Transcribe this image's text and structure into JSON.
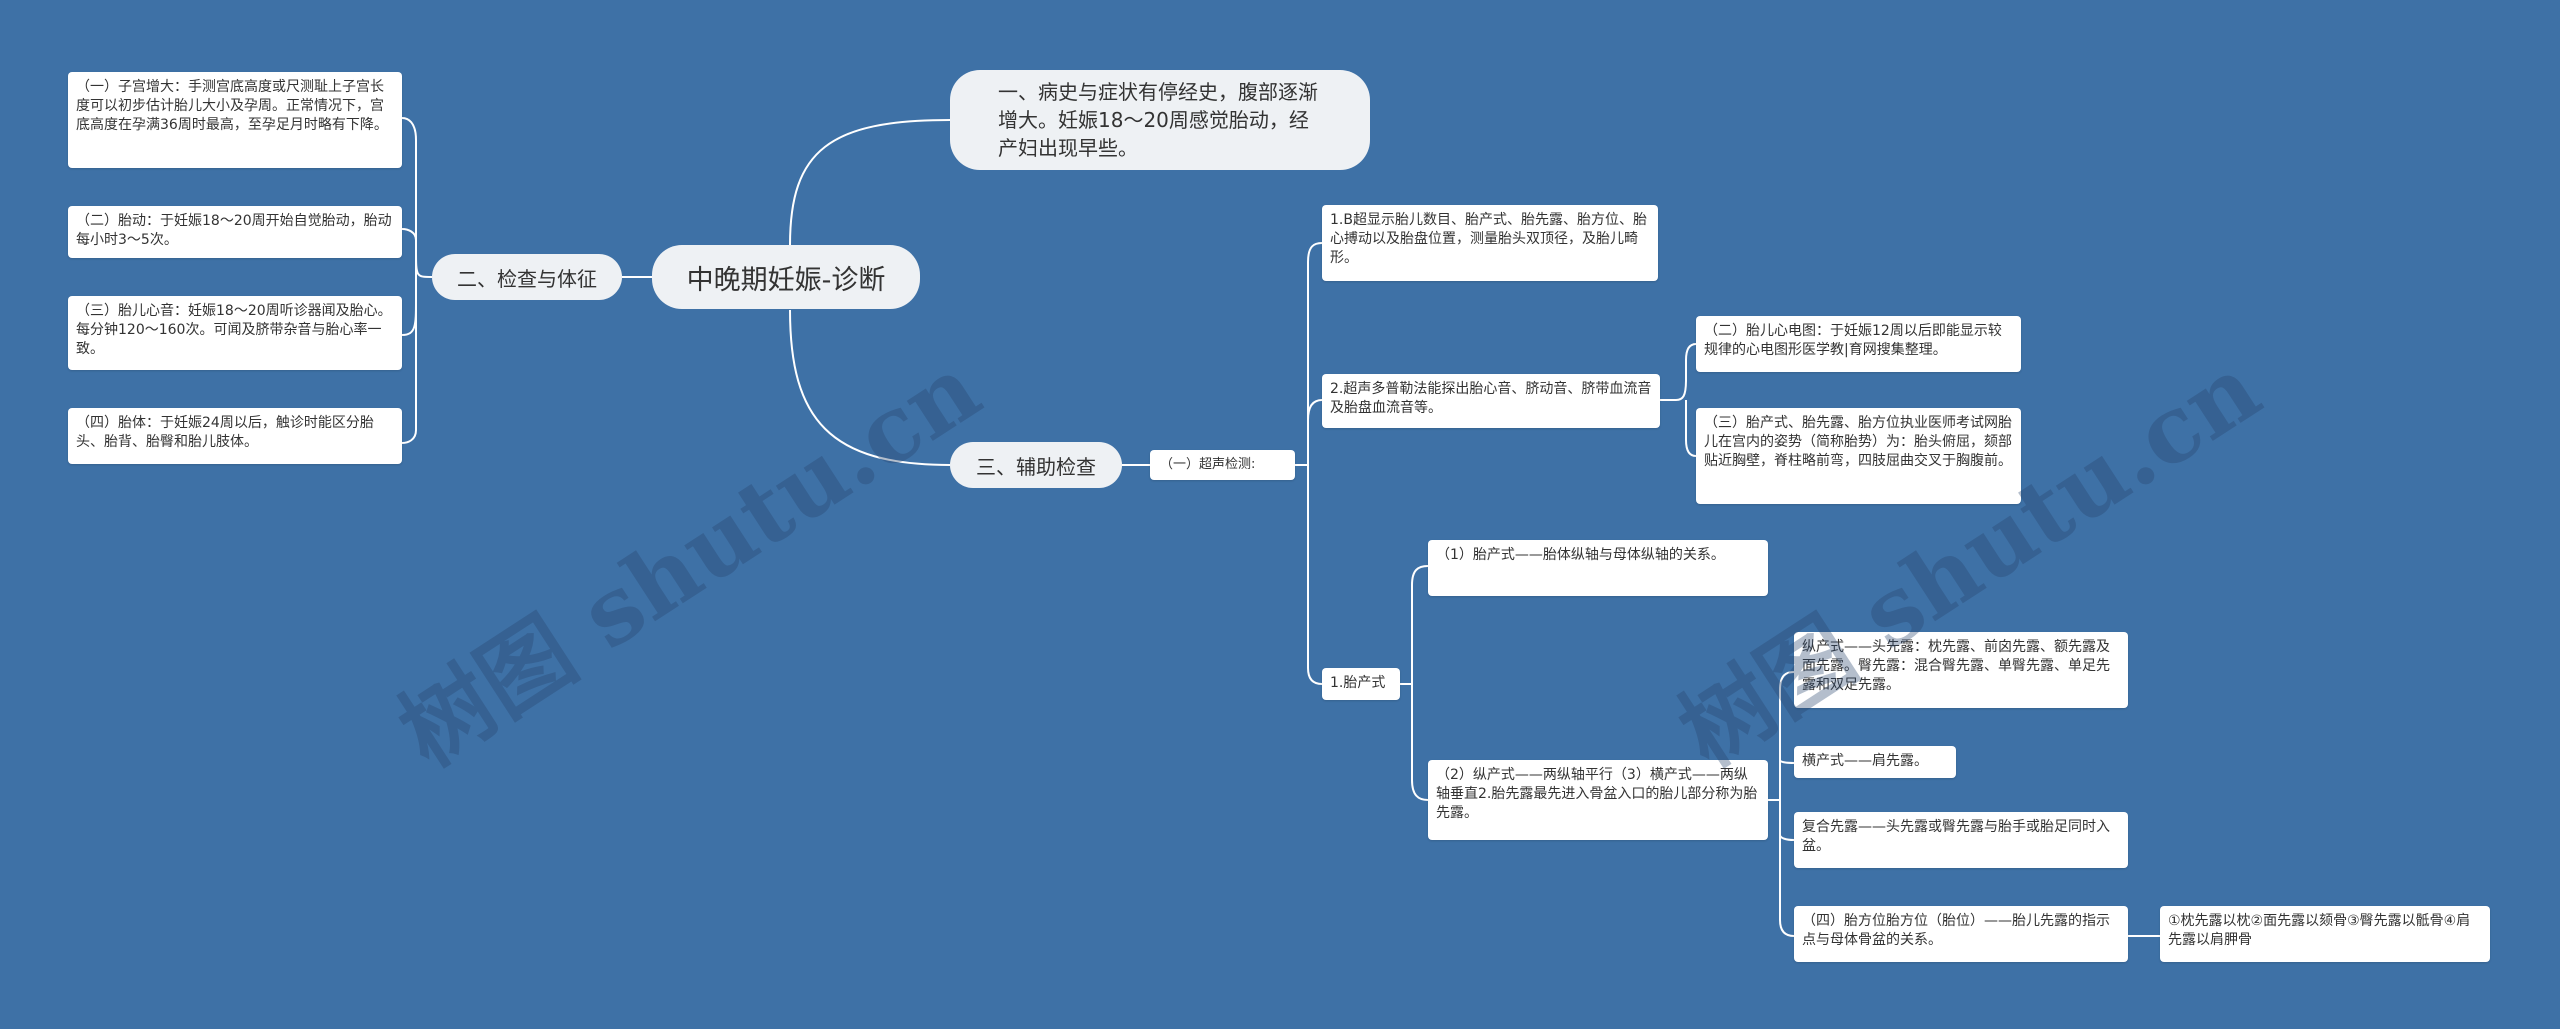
{
  "root": {
    "label": "中晚期妊娠-诊断"
  },
  "branches": {
    "history": {
      "label": "一、病史与症状有停经史，腹部逐渐增大。妊娠18～20周感觉胎动，经产妇出现早些。"
    },
    "exam": {
      "label": "二、检查与体征",
      "items": [
        "（一）子宫增大：手测宫底高度或尺测耻上子宫长度可以初步估计胎儿大小及孕周。正常情况下，宫底高度在孕满36周时最高，至孕足月时略有下降。",
        "（二）胎动：于妊娠18～20周开始自觉胎动，胎动每小时3～5次。",
        "（三）胎儿心音：妊娠18～20周听诊器闻及胎心。每分钟120～160次。可闻及脐带杂音与胎心率一致。",
        "（四）胎体：于妊娠24周以后，触诊时能区分胎头、胎背、胎臀和胎儿肢体。"
      ]
    },
    "aux": {
      "label": "三、辅助检查",
      "ultrasound": {
        "label": "（一）超声检测:",
        "b_mode": "1.B超显示胎儿数目、胎产式、胎先露、胎方位、胎心搏动以及胎盘位置，测量胎头双顶径，及胎儿畸形。",
        "doppler": {
          "label": "2.超声多普勒法能探出胎心音、脐动音、脐带血流音及胎盘血流音等。",
          "items": [
            "（二）胎儿心电图：于妊娠12周以后即能显示较规律的心电图形医学教|育网搜集整理。",
            "（三）胎产式、胎先露、胎方位执业医师考试网胎儿在宫内的姿势（简称胎势）为：胎头俯屈，颏部贴近胸壁，脊柱略前弯，四肢屈曲交叉于胸腹前。"
          ]
        },
        "lie": {
          "label": "1.胎产式",
          "def1": "（1）胎产式——胎体纵轴与母体纵轴的关系。",
          "def2": {
            "label": "（2）纵产式——两纵轴平行（3）横产式——两纵轴垂直2.胎先露最先进入骨盆入口的胎儿部分称为胎先露。",
            "items": [
              "纵产式——头先露：枕先露、前囟先露、额先露及面先露。臀先露：混合臀先露、单臀先露、单足先露和双足先露。",
              "横产式——肩先露。",
              "复合先露——头先露或臀先露与胎手或胎足同时入盆。",
              "（四）胎方位胎方位（胎位）——胎儿先露的指示点与母体骨盆的关系。"
            ],
            "position_detail": "①枕先露以枕②面先露以颏骨③臀先露以骶骨④肩先露以肩胛骨"
          }
        }
      }
    }
  },
  "watermarks": [
    "树图 shutu.cn",
    "树图 shutu.cn"
  ],
  "colors": {
    "background": "#3e71a6",
    "line": "#ffffff",
    "node": "#ffffff",
    "pill": "#eef1f4",
    "text": "#333333"
  }
}
